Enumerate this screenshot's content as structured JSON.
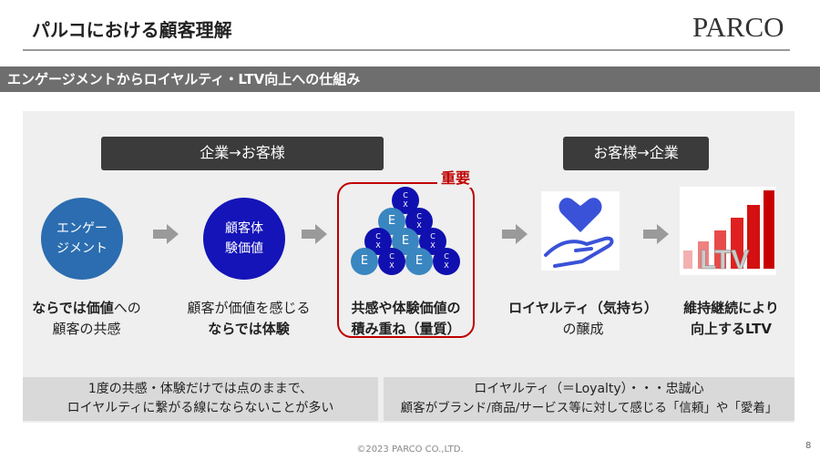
{
  "header": {
    "title": "パルコにおける顧客理解",
    "logo": "PARCO"
  },
  "section_bar": "エンゲージメントからロイヤルティ・LTV向上への仕組み",
  "flow": {
    "left_label": "企業→お客様",
    "right_label": "お客様→企業",
    "circle1": [
      "エンゲー",
      "ジメント"
    ],
    "circle2": [
      "顧客体",
      "験価値"
    ],
    "important": "重要",
    "pyramid_e": "E",
    "pyramid_c": "C",
    "pyramid_x": "X",
    "ltv_text": "LTV"
  },
  "captions": [
    {
      "bold": "ならでは価値",
      "rest": "への",
      "line2": "顧客の共感"
    },
    {
      "line1": "顧客が価値を感じる",
      "bold": "ならでは体験"
    },
    {
      "line1": "共感や体験価値の",
      "line2": "積み重ね（量質）"
    },
    {
      "line1": "ロイヤルティ（気持ち）",
      "line2": "の醸成"
    },
    {
      "line1": "維持継続により",
      "line2": "向上するLTV"
    }
  ],
  "notes": {
    "left": [
      "1度の共感・体験だけでは点のままで、",
      "ロイヤルティに繋がる線にならないことが多い"
    ],
    "right": [
      "ロイヤルティ（＝Loyalty）・・・忠誠心",
      "顧客がブランド/商品/サービス等に対して感じる「信頼」や「愛着」"
    ]
  },
  "footer": {
    "copyright": "©2023 PARCO CO.,LTD.",
    "page": "8"
  },
  "colors": {
    "circle": "#2b6db0",
    "circle2": "#1414b8",
    "red": "#c00000",
    "bar": "#6e6e6e"
  }
}
